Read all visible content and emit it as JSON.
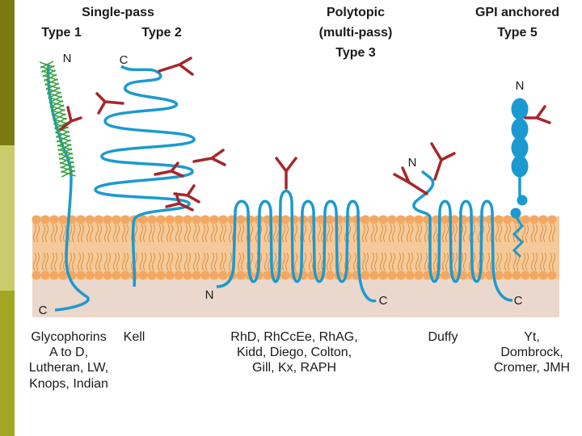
{
  "colors": {
    "membrane_band": "#f6c99a",
    "membrane_head": "#f2a862",
    "cytoplasm": "#ead8cc",
    "protein": "#1b9ad0",
    "glycan": "#a5272b",
    "glycan_small": "#3aa444",
    "sidebar_top": "#7b7a12",
    "sidebar_mid": "#c9cc6a",
    "sidebar_bottom": "#a2a623"
  },
  "headers": {
    "single_pass": "Single-pass",
    "type1": "Type 1",
    "type2": "Type 2",
    "polytopic": "Polytopic",
    "multi_pass": "(multi-pass)",
    "type3": "Type 3",
    "gpi": "GPI anchored",
    "type5": "Type 5"
  },
  "termini": {
    "n": "N",
    "c": "C"
  },
  "examples": {
    "type1": [
      "Glycophorins",
      "A to D,",
      "Lutheran, LW,",
      "Knops, Indian"
    ],
    "type2": [
      "Kell"
    ],
    "type3": [
      "RhD, RhCcEe, RhAG,",
      "Kidd, Diego, Colton,",
      "Gill, Kx, RAPH"
    ],
    "duffy": [
      "Duffy"
    ],
    "type5": [
      "Yt,",
      "Dombrock,",
      "Cromer, JMH"
    ]
  }
}
